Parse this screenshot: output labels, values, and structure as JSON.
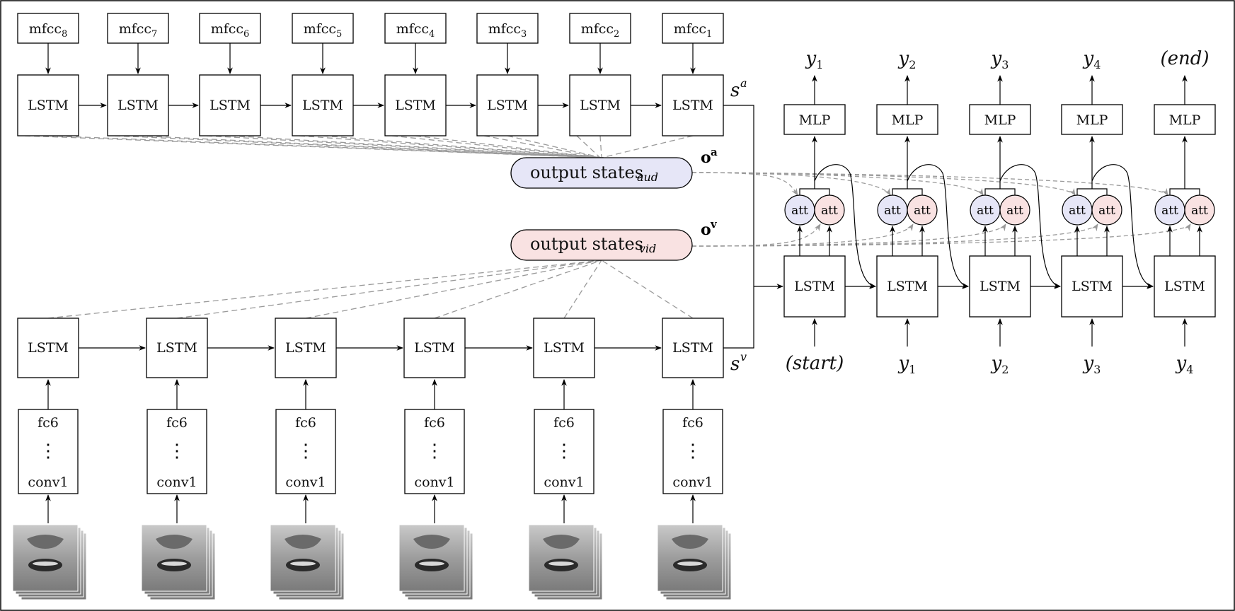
{
  "audio": {
    "mfcc_labels": [
      "mfcc8",
      "mfcc7",
      "mfcc6",
      "mfcc5",
      "mfcc4",
      "mfcc3",
      "mfcc2",
      "mfcc1"
    ],
    "mfcc_base": "mfcc",
    "mfcc_subs": [
      "8",
      "7",
      "6",
      "5",
      "4",
      "3",
      "2",
      "1"
    ],
    "lstm_label": "LSTM",
    "state_symbol": "s",
    "state_sup": "a"
  },
  "video": {
    "lstm_label": "LSTM",
    "cnn_top": "fc6",
    "cnn_dots": "⋮",
    "cnn_bottom": "conv1",
    "state_symbol": "s",
    "state_sup": "v",
    "frame_count": 6
  },
  "pills": {
    "audio_text": "output states",
    "audio_sub": "aud",
    "audio_tag": "o",
    "audio_tag_sup": "a",
    "video_text": "output states",
    "video_sub": "vid",
    "video_tag": "o",
    "video_tag_sup": "v"
  },
  "decoder": {
    "lstm_label": "LSTM",
    "mlp_label": "MLP",
    "att_label": "att",
    "outputs": [
      {
        "base": "y",
        "sub": "1"
      },
      {
        "base": "y",
        "sub": "2"
      },
      {
        "base": "y",
        "sub": "3"
      },
      {
        "base": "y",
        "sub": "4"
      },
      {
        "base": "(end)",
        "sub": ""
      }
    ],
    "inputs": [
      {
        "base": "(start)",
        "sub": ""
      },
      {
        "base": "y",
        "sub": "1"
      },
      {
        "base": "y",
        "sub": "2"
      },
      {
        "base": "y",
        "sub": "3"
      },
      {
        "base": "y",
        "sub": "4"
      }
    ]
  },
  "colors": {
    "audio_pill": "#e6e6f7",
    "video_pill": "#f9e2e2",
    "att_audio": "#e6e6f7",
    "att_video": "#f9e2e2",
    "dash": "#9a9a9a"
  }
}
